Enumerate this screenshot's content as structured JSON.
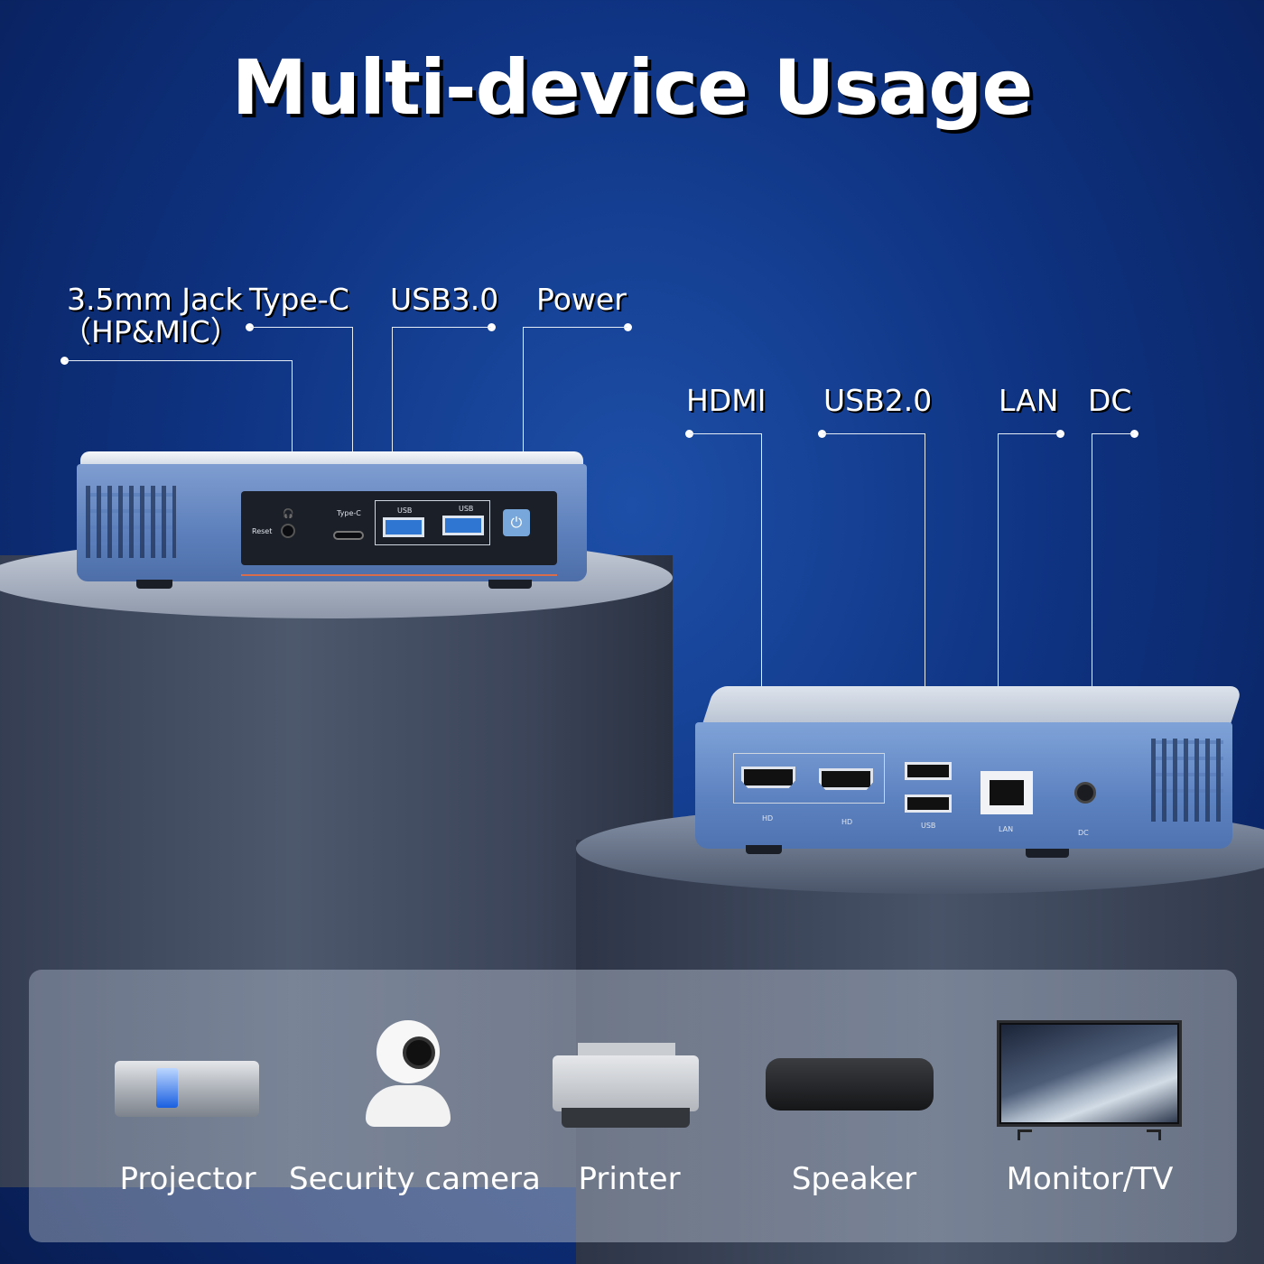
{
  "title": "Multi-device Usage",
  "front_ports": {
    "jack_line1": "3.5mm Jack",
    "jack_line2": "（HP&MIC）",
    "typec": "Type-C",
    "usb3": "USB3.0",
    "power": "Power"
  },
  "back_ports": {
    "hdmi": "HDMI",
    "usb2": "USB2.0",
    "lan": "LAN",
    "dc": "DC"
  },
  "device_front_labels": {
    "reset": "Reset",
    "typec": "Type-C",
    "usb_a": "USB",
    "usb_b": "USB"
  },
  "device_back_labels": {
    "hd_a": "HD",
    "hd_b": "HD",
    "usb": "USB",
    "lan": "LAN",
    "dc": "DC"
  },
  "devices": [
    {
      "label": "Projector",
      "icon": "projector-icon"
    },
    {
      "label": "Security camera",
      "icon": "security-camera-icon"
    },
    {
      "label": "Printer",
      "icon": "printer-icon"
    },
    {
      "label": "Speaker",
      "icon": "speaker-icon"
    },
    {
      "label": "Monitor/TV",
      "icon": "monitor-tv-icon"
    }
  ],
  "colors": {
    "background": "#0f3483",
    "device_body": "#5c7fbb",
    "accent_stripe": "#d96c4a"
  }
}
